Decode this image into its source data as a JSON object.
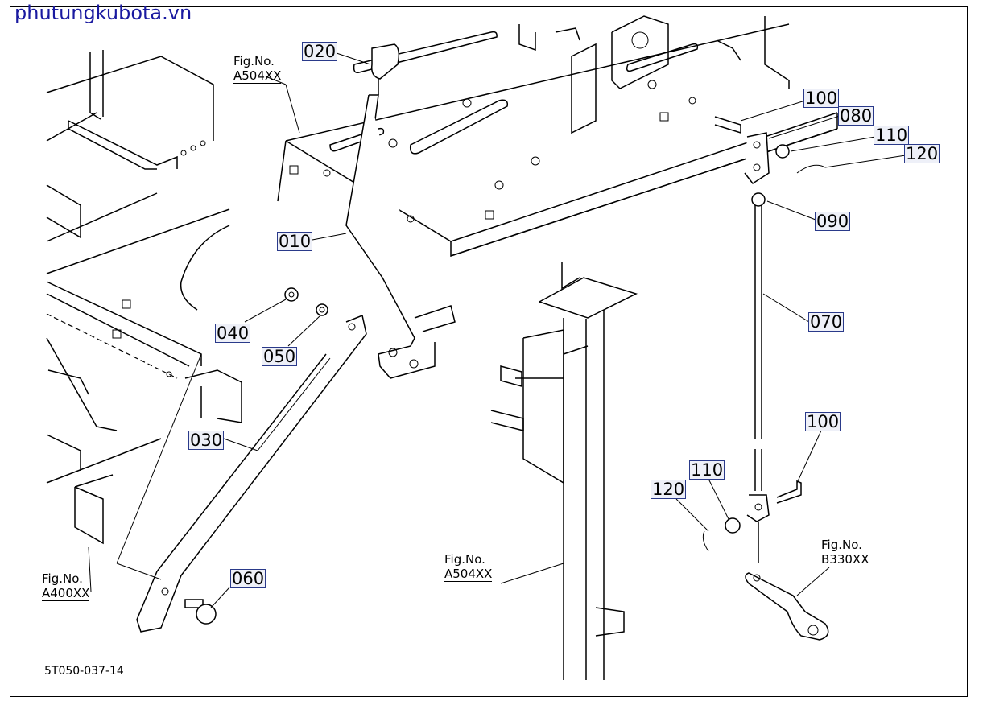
{
  "site_title": "phutungkubota.vn",
  "drawing_code": "5T050-037-14",
  "parts": {
    "p010": "010",
    "p020": "020",
    "p030": "030",
    "p040": "040",
    "p050": "050",
    "p060": "060",
    "p070": "070",
    "p080": "080",
    "p090": "090",
    "p100_top": "100",
    "p100_bottom": "100",
    "p110_top": "110",
    "p110_bottom": "110",
    "p120_top": "120",
    "p120_bottom": "120"
  },
  "figure_refs": {
    "fig_top": {
      "label": "Fig.No.",
      "ref": "A504XX"
    },
    "fig_bottom_mid": {
      "label": "Fig.No.",
      "ref": "A504XX"
    },
    "fig_bottom_left": {
      "label": "Fig.No.",
      "ref": "A400XX"
    },
    "fig_right": {
      "label": "Fig.No.",
      "ref": "B330XX"
    }
  }
}
